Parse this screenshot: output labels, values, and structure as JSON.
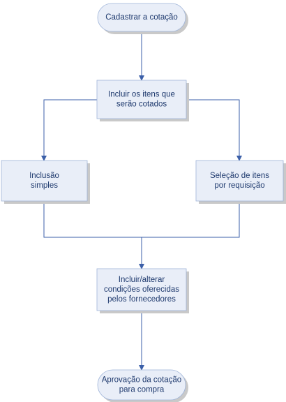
{
  "colors": {
    "node_fill": "#e9eef8",
    "node_stroke": "#9fb4d8",
    "shadow": "#c9c9c9",
    "connector": "#3b5fa8",
    "text": "#1f3a6e"
  },
  "nodes": [
    {
      "id": "cadastrar",
      "shape": "terminal",
      "lines": [
        "Cadastrar a cotação"
      ]
    },
    {
      "id": "incluir-itens",
      "shape": "process",
      "lines": [
        "Incluir os itens que",
        "serão cotados"
      ]
    },
    {
      "id": "inclusao-simples",
      "shape": "process",
      "lines": [
        "Inclusão",
        "simples"
      ]
    },
    {
      "id": "selecao-itens",
      "shape": "process",
      "lines": [
        "Seleção de itens",
        "por requisição"
      ]
    },
    {
      "id": "incluir-alterar",
      "shape": "process",
      "lines": [
        "Incluir/alterar",
        "condições oferecidas",
        "pelos fornecedores"
      ]
    },
    {
      "id": "aprovacao",
      "shape": "terminal",
      "lines": [
        "Aprovação da cotação",
        "para compra"
      ]
    }
  ]
}
